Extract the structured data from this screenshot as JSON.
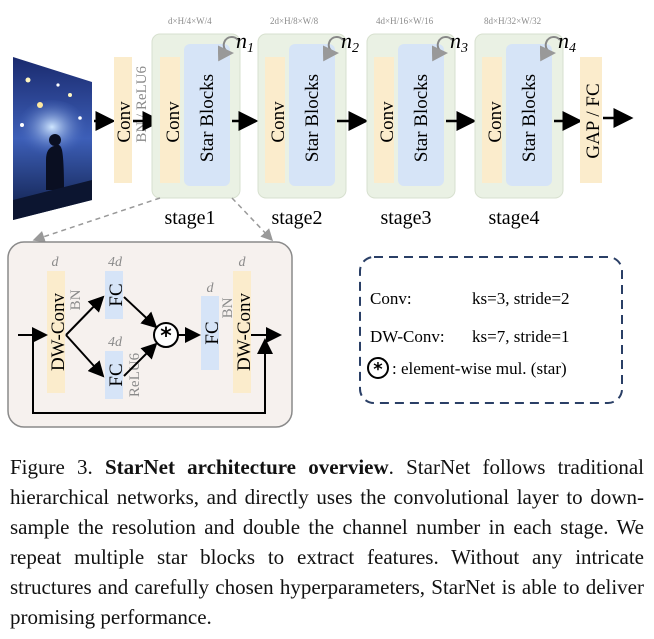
{
  "stem": {
    "conv_label": "Conv",
    "norm_label": "BN / ReLU6"
  },
  "stages": [
    {
      "dim": "d×H/4×W/4",
      "n_label": "n",
      "n_sub": "1",
      "conv_label": "Conv",
      "block_label": "Star Blocks",
      "name": "stage1"
    },
    {
      "dim": "2d×H/8×W/8",
      "n_label": "n",
      "n_sub": "2",
      "conv_label": "Conv",
      "block_label": "Star Blocks",
      "name": "stage2"
    },
    {
      "dim": "4d×H/16×W/16",
      "n_label": "n",
      "n_sub": "3",
      "conv_label": "Conv",
      "block_label": "Star Blocks",
      "name": "stage3"
    },
    {
      "dim": "8d×H/32×W/32",
      "n_label": "n",
      "n_sub": "4",
      "conv_label": "Conv",
      "block_label": "Star Blocks",
      "name": "stage4"
    }
  ],
  "head": {
    "label": "GAP / FC"
  },
  "block_detail": {
    "dwconv1": {
      "label": "DW-Conv",
      "dim": "d",
      "norm": "BN"
    },
    "fc_top": {
      "label": "FC",
      "dim": "4d"
    },
    "fc_bottom": {
      "label": "FC",
      "dim": "4d",
      "act": "ReLU6"
    },
    "fc_out": {
      "label": "FC",
      "dim": "d",
      "norm": "BN"
    },
    "dwconv2": {
      "label": "DW-Conv",
      "dim": "d"
    }
  },
  "legend": [
    {
      "key": "Conv:",
      "value": "ks=3, stride=2"
    },
    {
      "key": "DW-Conv:",
      "value": "ks=7, stride=1"
    },
    {
      "key": ":  element-wise mul. (star)",
      "value": ""
    }
  ],
  "caption": {
    "prefix": "Figure 3. ",
    "bold": "StarNet architecture overview",
    "text": ". StarNet follows traditional hierarchical networks, and directly uses the convolutional layer to down-sample the resolution and double the channel number in each stage. We repeat multiple star blocks to extract features. Without any intricate structures and carefully chosen hyperparameters, StarNet is able to deliver promising performance."
  },
  "colors": {
    "conv_fill": "#fbeccc",
    "star_fill": "#d6e4f7",
    "stage_fill": "#eaf1e4",
    "detail_fill": "#f6f1ee",
    "legend_border": "#2a3f66",
    "label_gray": "#8a8a8a"
  }
}
